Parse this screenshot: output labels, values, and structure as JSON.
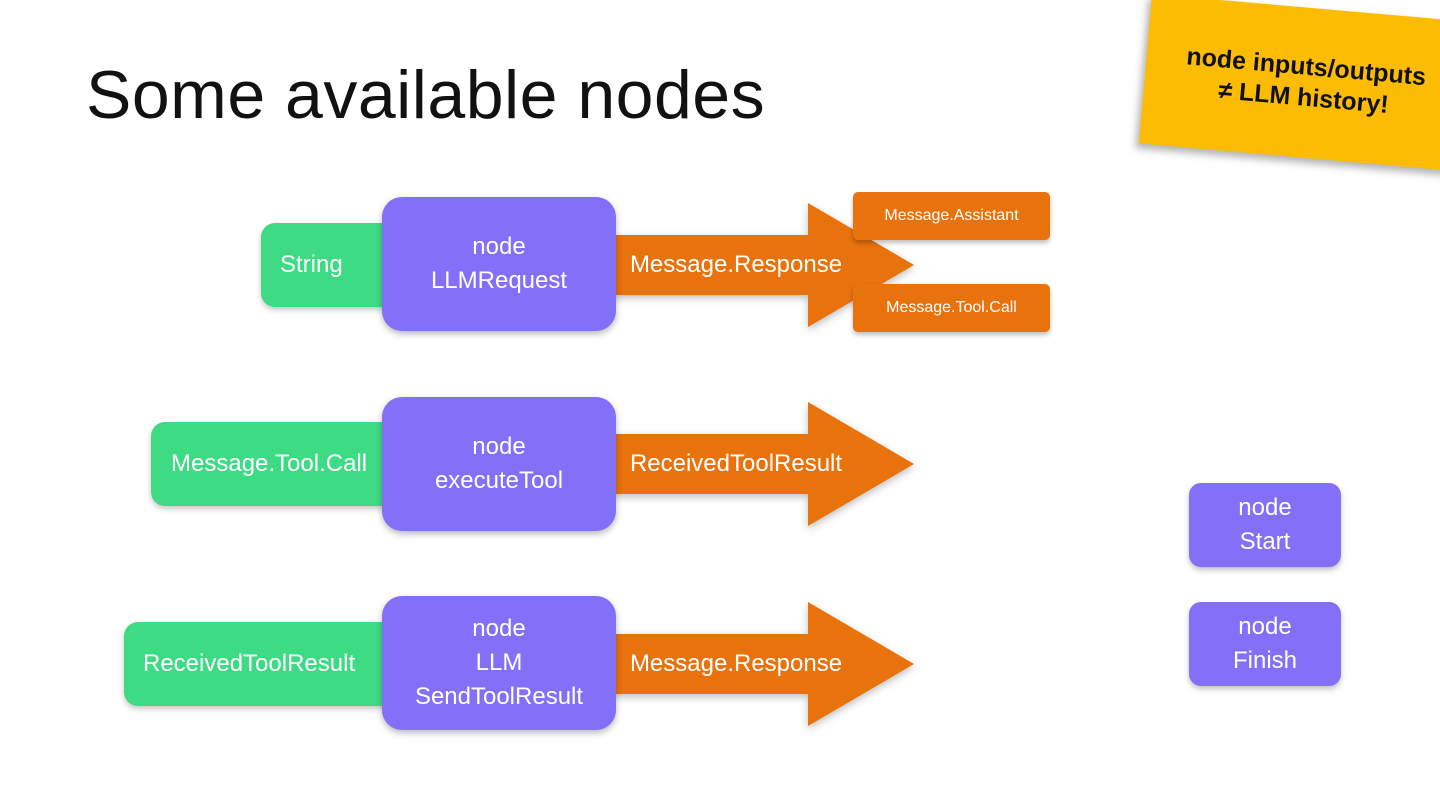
{
  "slide": {
    "title": "Some available nodes"
  },
  "note": {
    "line1": "node inputs/outputs",
    "line2": "≠ LLM history!"
  },
  "rows": [
    {
      "input": "String",
      "node_lines": [
        "node",
        "LLMRequest"
      ],
      "output": "Message.Response",
      "variants": [
        "Message.Assistant",
        "Message.Tool.Call"
      ]
    },
    {
      "input": "Message.Tool.Call",
      "node_lines": [
        "node",
        "executeTool"
      ],
      "output": "ReceivedToolResult"
    },
    {
      "input": "ReceivedToolResult",
      "node_lines": [
        "node",
        "LLM",
        "SendToolResult"
      ],
      "output": "Message.Response"
    }
  ],
  "special_nodes": [
    {
      "lines": [
        "node",
        "Start"
      ]
    },
    {
      "lines": [
        "node",
        "Finish"
      ]
    }
  ],
  "colors": {
    "input": "#3ddc84",
    "node": "#8270f8",
    "output": "#e8720c",
    "note": "#fcbc04"
  }
}
